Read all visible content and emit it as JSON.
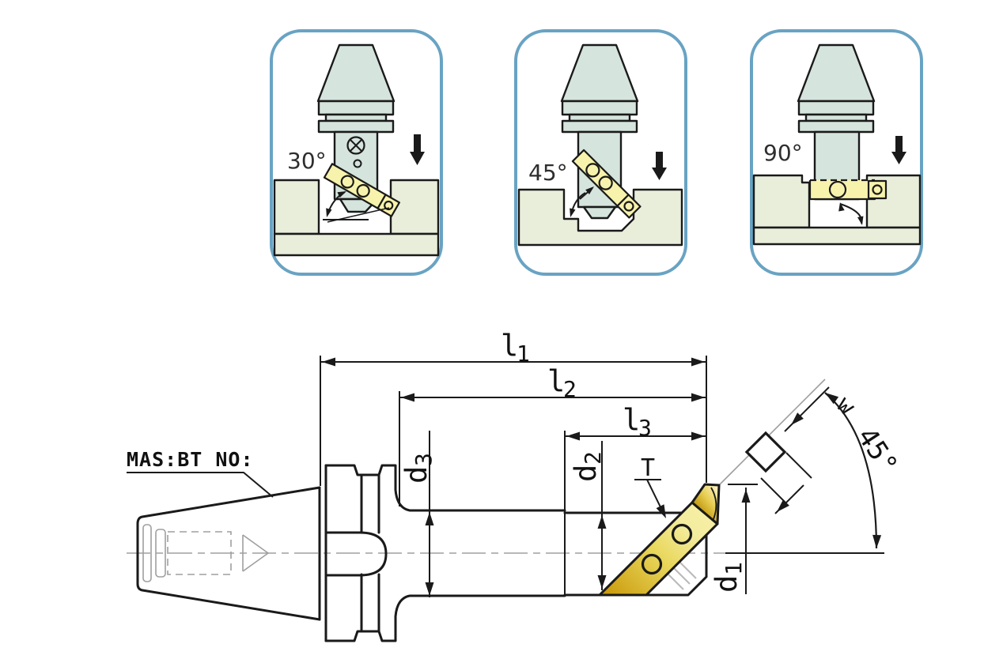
{
  "panels": [
    {
      "label": "30°"
    },
    {
      "label": "45°"
    },
    {
      "label": "90°"
    }
  ],
  "drawing": {
    "note": "MAS:BT NO:",
    "t_label": "T",
    "w_label": "w",
    "angle_label": "45°",
    "dims": {
      "l1": {
        "base": "l",
        "sub": "1"
      },
      "l2": {
        "base": "l",
        "sub": "2"
      },
      "l3": {
        "base": "l",
        "sub": "3"
      },
      "d1": {
        "base": "d",
        "sub": "1"
      },
      "d2": {
        "base": "d",
        "sub": "2"
      },
      "d3": {
        "base": "d",
        "sub": "3"
      }
    }
  },
  "colors": {
    "panel_border": "#69a3c3",
    "holder_fill": "#d5e4dd",
    "workpiece_fill": "#e9eedb",
    "cutter_fill": "#f8f3ac",
    "insert_gold": "#c9990a",
    "line": "#1a1a1a"
  }
}
